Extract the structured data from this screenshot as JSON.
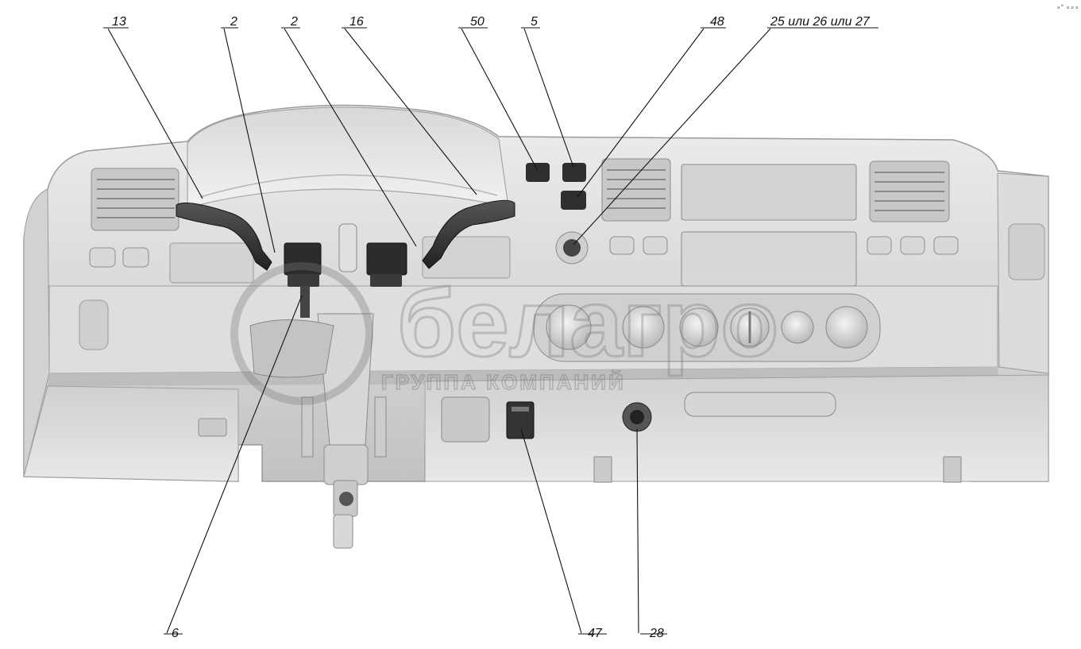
{
  "callouts": [
    {
      "id": "c13",
      "text": "13"
    },
    {
      "id": "c2a",
      "text": "2"
    },
    {
      "id": "c2b",
      "text": "2"
    },
    {
      "id": "c16",
      "text": "16"
    },
    {
      "id": "c50",
      "text": "50"
    },
    {
      "id": "c5",
      "text": "5"
    },
    {
      "id": "c48",
      "text": "48"
    },
    {
      "id": "c25",
      "text": "25 или 26 или 27"
    },
    {
      "id": "c6",
      "text": "6"
    },
    {
      "id": "c47",
      "text": "47"
    },
    {
      "id": "c28",
      "text": "28"
    }
  ],
  "watermark": {
    "brand": "белагро",
    "tagline": "ГРУППА КОМПАНИЙ"
  },
  "corner_mark": "∘° ∘∘∘",
  "colors": {
    "panel_light": "#e6e6e6",
    "panel_mid": "#cfcfcf",
    "panel_dark": "#9a9a9a",
    "stalk": "#3a3a3a",
    "line": "#111111"
  }
}
